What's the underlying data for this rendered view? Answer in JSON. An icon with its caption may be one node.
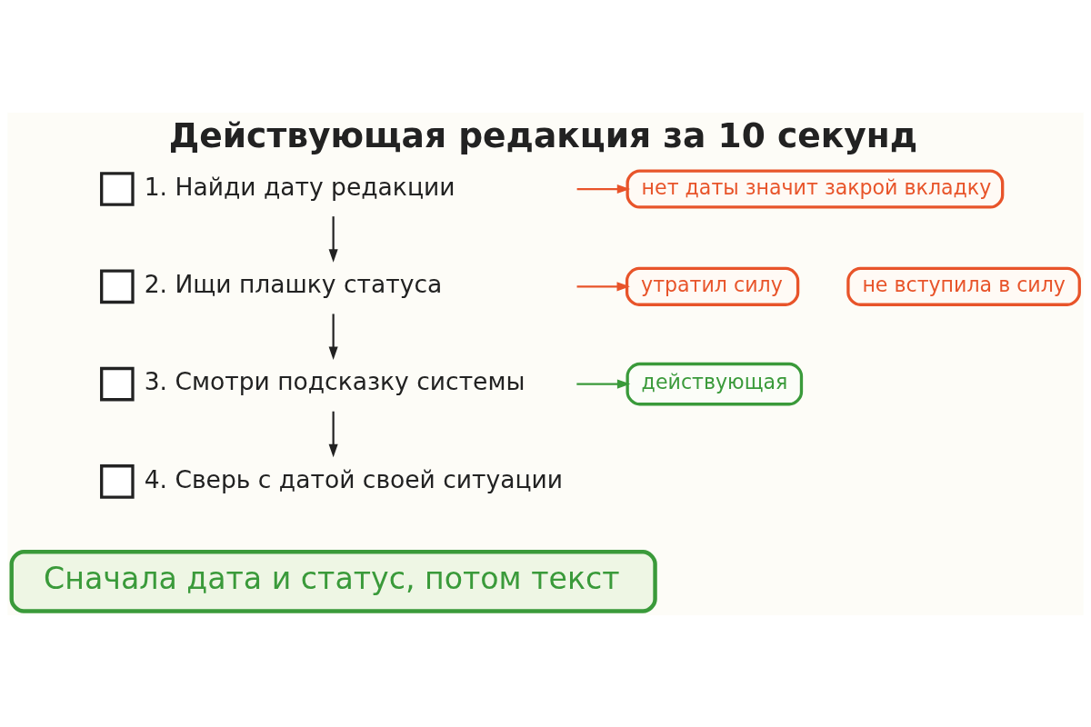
{
  "diagram": {
    "title": "Действующая редакция за 10 секунд",
    "nodes": [
      {
        "text": [
          "1. Найди дату редакции"
        ]
      },
      {
        "text": [
          "нет даты значит закрой вкладку"
        ]
      },
      {
        "text": [
          "2. Ищи плашку статуса"
        ]
      },
      {
        "text": [
          "утратил силу"
        ]
      },
      {
        "text": [
          "не вступила в силу"
        ]
      },
      {
        "text": [
          "3. Смотри подсказку системы"
        ]
      },
      {
        "text": [
          "действующая"
        ]
      },
      {
        "text": [
          "4. Сверь с датой своей ситуации"
        ]
      },
      {
        "text": [
          "Сначала дата и статус, потом текст"
        ]
      }
    ],
    "edges": [
      {
        "from": 0,
        "to": 1,
        "arrow": "to",
        "color": "#e8542a"
      },
      {
        "from": 0,
        "to": 2,
        "arrow": "to"
      },
      {
        "from": 2,
        "to": 3,
        "arrow": "to",
        "color": "#e8542a"
      },
      {
        "from": 2,
        "to": 5,
        "arrow": "to"
      },
      {
        "from": 5,
        "to": 6,
        "arrow": "to",
        "color": "#3a9a3a"
      },
      {
        "from": 5,
        "to": 7,
        "arrow": "to"
      }
    ]
  }
}
